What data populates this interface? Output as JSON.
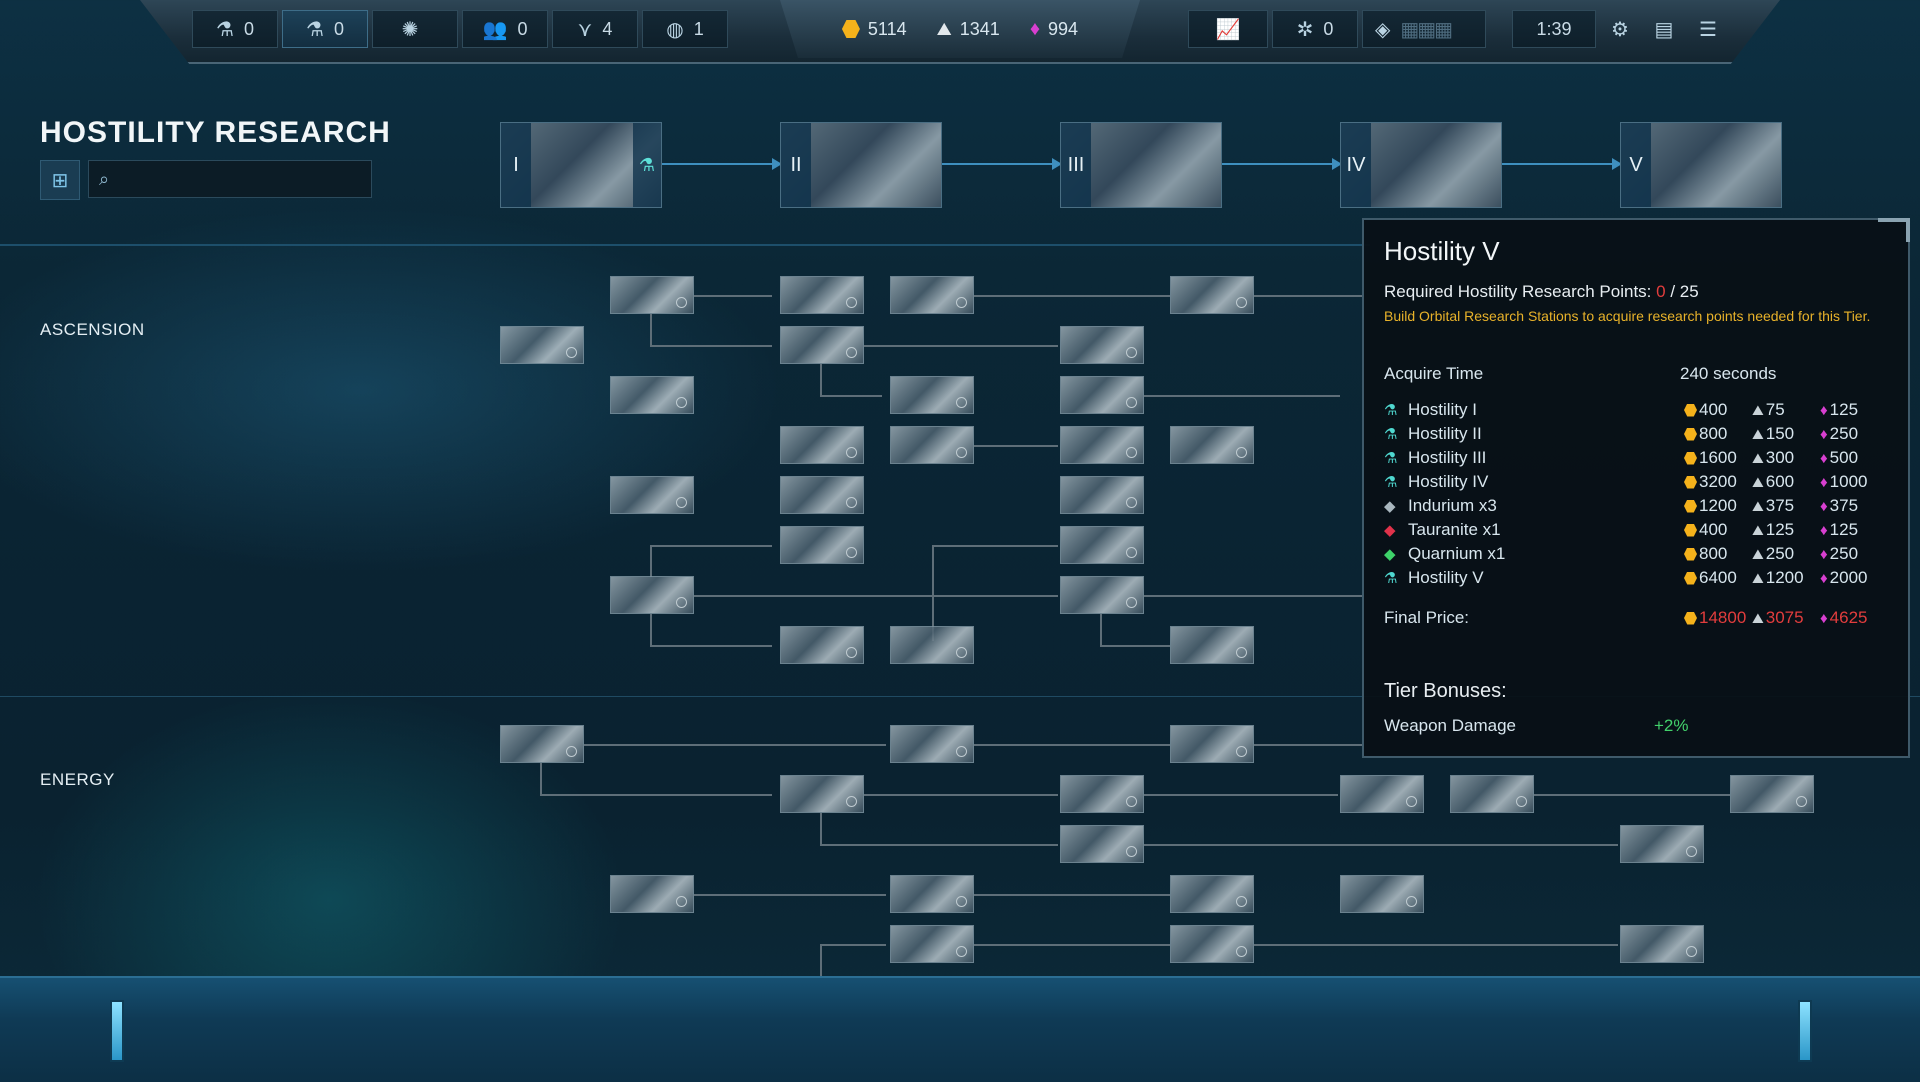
{
  "topbar": {
    "left": [
      {
        "icon": "flask-icon",
        "glyph": "⚗",
        "value": "0"
      },
      {
        "icon": "flask-icon",
        "glyph": "⚗",
        "value": "0"
      },
      {
        "icon": "orbital-icon",
        "glyph": "✺",
        "value": ""
      },
      {
        "icon": "population-icon",
        "glyph": "👥",
        "value": "0"
      },
      {
        "icon": "ships-icon",
        "glyph": "⋎",
        "value": "4"
      },
      {
        "icon": "planet-icon",
        "glyph": "◍",
        "value": "1"
      }
    ],
    "credits": "5114",
    "metal": "1341",
    "crystal": "994",
    "right": [
      {
        "icon": "stats-icon",
        "glyph": "📈",
        "value": ""
      },
      {
        "icon": "fleet-icon",
        "glyph": "✲",
        "value": "0"
      },
      {
        "icon": "diplomacy-icon",
        "glyph": "◈",
        "value": ""
      }
    ],
    "time": "1:39"
  },
  "page": {
    "title": "HOSTILITY RESEARCH",
    "search_placeholder": ""
  },
  "tiers": [
    "I",
    "II",
    "III",
    "IV",
    "V"
  ],
  "sections": {
    "ascension": "ASCENSION",
    "energy": "ENERGY"
  },
  "tooltip": {
    "title": "Hostility V",
    "req_label": "Required Hostility Research Points:",
    "req_current": "0",
    "req_total": "/ 25",
    "warning": "Build Orbital Research Stations to acquire research points needed for this Tier.",
    "acquire_label": "Acquire Time",
    "acquire_value": "240 seconds",
    "rows": [
      {
        "name": "Hostility I",
        "credits": "400",
        "metal": "75",
        "crystal": "125"
      },
      {
        "name": "Hostility II",
        "credits": "800",
        "metal": "150",
        "crystal": "250"
      },
      {
        "name": "Hostility III",
        "credits": "1600",
        "metal": "300",
        "crystal": "500"
      },
      {
        "name": "Hostility IV",
        "credits": "3200",
        "metal": "600",
        "crystal": "1000"
      },
      {
        "name": "Indurium x3",
        "credits": "1200",
        "metal": "375",
        "crystal": "375"
      },
      {
        "name": "Tauranite x1",
        "credits": "400",
        "metal": "125",
        "crystal": "125"
      },
      {
        "name": "Quarnium x1",
        "credits": "800",
        "metal": "250",
        "crystal": "250"
      },
      {
        "name": "Hostility V",
        "credits": "6400",
        "metal": "1200",
        "crystal": "2000"
      }
    ],
    "final_label": "Final Price:",
    "final_credits": "14800",
    "final_metal": "3075",
    "final_crystal": "4625",
    "bonus_label": "Tier Bonuses:",
    "bonus_name": "Weapon Damage",
    "bonus_value": "+2%",
    "colors": {
      "warning": "#e8b22a",
      "insufficient": "#e23d3d",
      "bonus": "#42d16b"
    }
  }
}
